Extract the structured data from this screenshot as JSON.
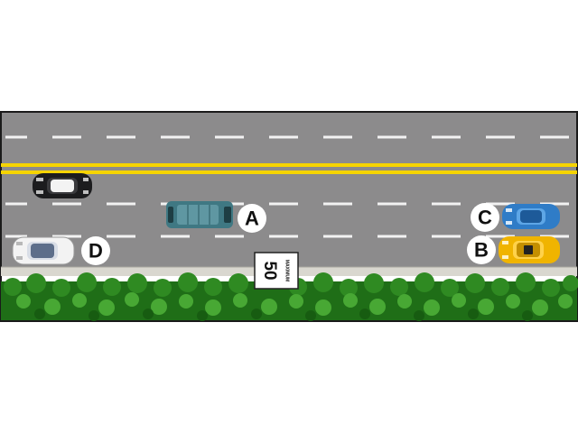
{
  "scene": {
    "colors": {
      "background": "#ffffff",
      "asphalt": "#8c8b8c",
      "frame": "#1a1a1a",
      "lane_marking": "#f2f2f2",
      "center_line": "#f6d400",
      "curb": "#d9d7cf",
      "grass_dark": "#1f6e17",
      "grass_light": "#3a9a2a",
      "marker_circle": "#ffffff"
    },
    "vehicles": [
      {
        "id": "A",
        "kind": "suv",
        "color": "#3f7883",
        "label": "A"
      },
      {
        "id": "B",
        "kind": "taxi",
        "color": "#f0b400",
        "label": "B"
      },
      {
        "id": "C",
        "kind": "sedan",
        "color": "#2f7cc7",
        "label": "C"
      },
      {
        "id": "D",
        "kind": "sedan",
        "color": "#f3f3f3",
        "label": "D"
      },
      {
        "id": "unlabeled",
        "kind": "sedan",
        "color": "#1c1c1e",
        "label": ""
      }
    ],
    "speed_sign": {
      "number": "50",
      "word": "MAXIMUM",
      "icon": "speed-limit-sign-icon"
    }
  }
}
